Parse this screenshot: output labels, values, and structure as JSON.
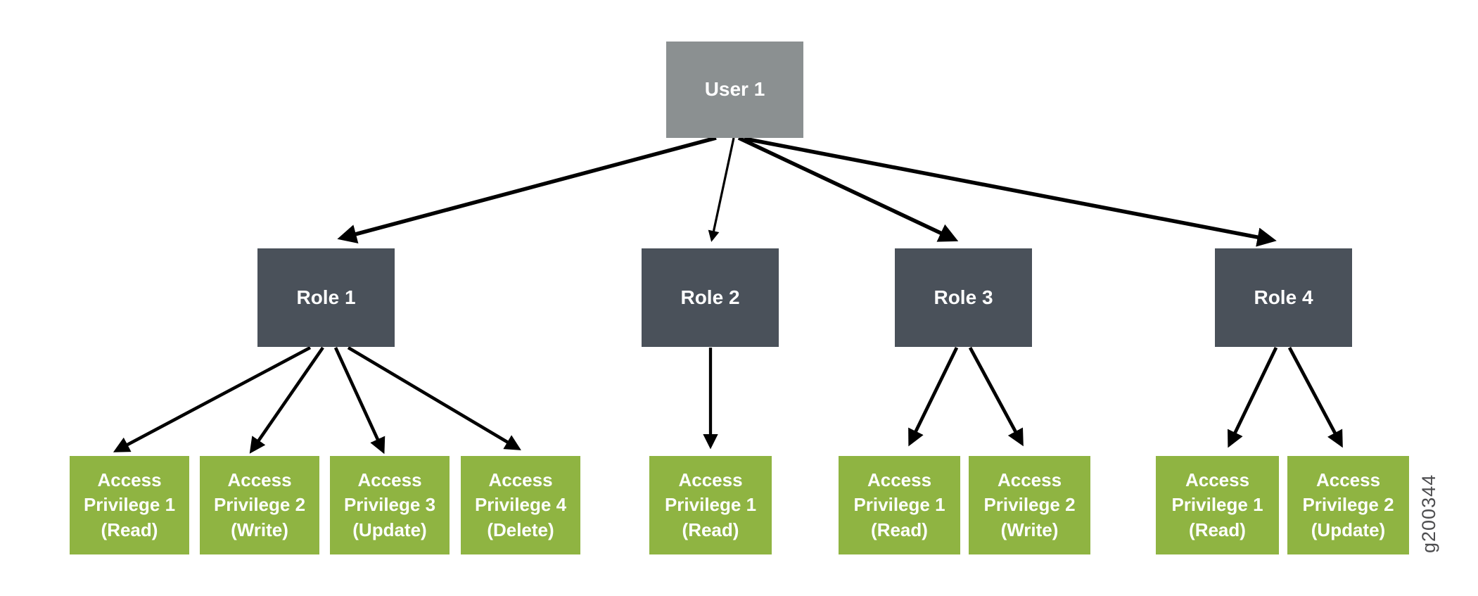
{
  "palette": {
    "background": "#ffffff",
    "user_box": "#8b9091",
    "role_box": "#4a515a",
    "privilege_box": "#8fb442",
    "arrow": "#000000",
    "box_text": "#ffffff",
    "figure_id_text": "#4d4d4f"
  },
  "diagram": {
    "type": "hierarchy",
    "user": {
      "label": "User 1"
    },
    "roles": [
      {
        "label": "Role 1"
      },
      {
        "label": "Role 2"
      },
      {
        "label": "Role 3"
      },
      {
        "label": "Role 4"
      }
    ],
    "privileges": {
      "role1": [
        {
          "label": "Access\nPrivilege 1\n(Read)"
        },
        {
          "label": "Access\nPrivilege 2\n(Write)"
        },
        {
          "label": "Access\nPrivilege 3\n(Update)"
        },
        {
          "label": "Access\nPrivilege 4\n(Delete)"
        }
      ],
      "role2": [
        {
          "label": "Access\nPrivilege 1\n(Read)"
        }
      ],
      "role3": [
        {
          "label": "Access\nPrivilege 1\n(Read)"
        },
        {
          "label": "Access\nPrivilege 2\n(Write)"
        }
      ],
      "role4": [
        {
          "label": "Access\nPrivilege 1\n(Read)"
        },
        {
          "label": "Access\nPrivilege 2\n(Update)"
        }
      ]
    },
    "edges": [
      {
        "from": "User 1",
        "to": "Role 1"
      },
      {
        "from": "User 1",
        "to": "Role 2"
      },
      {
        "from": "User 1",
        "to": "Role 3"
      },
      {
        "from": "User 1",
        "to": "Role 4"
      },
      {
        "from": "Role 1",
        "to": "Access Privilege 1 (Read)"
      },
      {
        "from": "Role 1",
        "to": "Access Privilege 2 (Write)"
      },
      {
        "from": "Role 1",
        "to": "Access Privilege 3 (Update)"
      },
      {
        "from": "Role 1",
        "to": "Access Privilege 4 (Delete)"
      },
      {
        "from": "Role 2",
        "to": "Access Privilege 1 (Read)"
      },
      {
        "from": "Role 3",
        "to": "Access Privilege 1 (Read)"
      },
      {
        "from": "Role 3",
        "to": "Access Privilege 2 (Write)"
      },
      {
        "from": "Role 4",
        "to": "Access Privilege 1 (Read)"
      },
      {
        "from": "Role 4",
        "to": "Access Privilege 2 (Update)"
      }
    ],
    "figure_id": "g200344"
  }
}
